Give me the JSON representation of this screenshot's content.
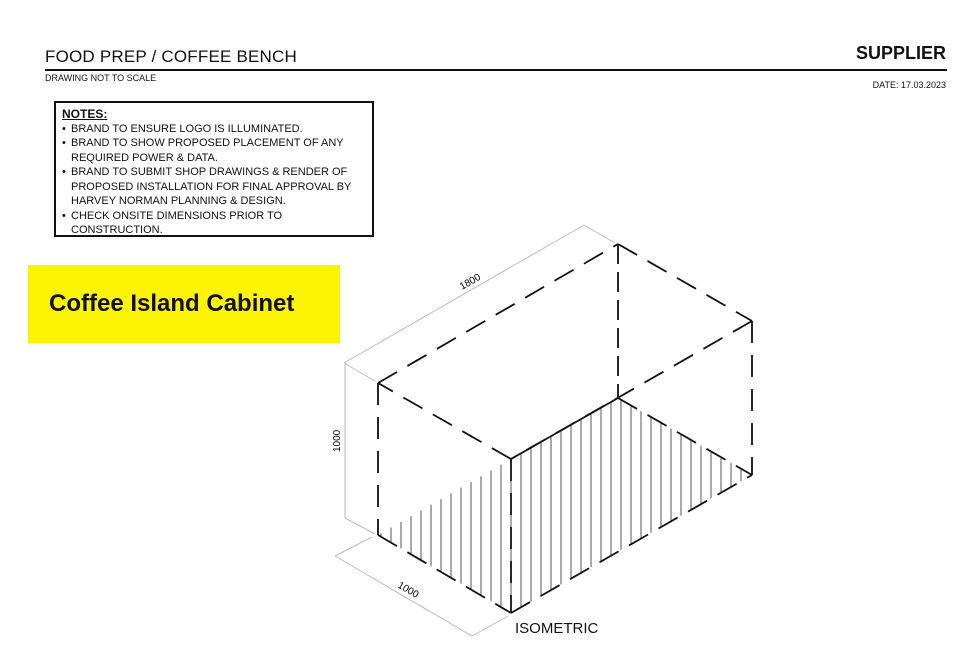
{
  "header": {
    "title": "FOOD PREP / COFFEE BENCH",
    "subtitle": "DRAWING NOT TO SCALE",
    "supplier": "SUPPLIER",
    "date": "DATE: 17.03.2023"
  },
  "notes": {
    "heading": "NOTES:",
    "items": [
      "BRAND TO ENSURE LOGO IS ILLUMINATED.",
      "BRAND TO SHOW PROPOSED PLACEMENT OF ANY REQUIRED POWER & DATA.",
      "BRAND TO SUBMIT SHOP DRAWINGS & RENDER OF PROPOSED INSTALLATION FOR FINAL APPROVAL BY HARVEY NORMAN PLANNING & DESIGN.",
      "CHECK ONSITE DIMENSIONS PRIOR TO CONSTRUCTION."
    ]
  },
  "label": "Coffee Island Cabinet",
  "drawing": {
    "view_label": "ISOMETRIC",
    "dim_length": "1800",
    "dim_height": "1000",
    "dim_depth": "1000"
  },
  "colors": {
    "label_bg": "#fcf400",
    "line": "#111111",
    "dim_line": "#bbbbbb"
  }
}
